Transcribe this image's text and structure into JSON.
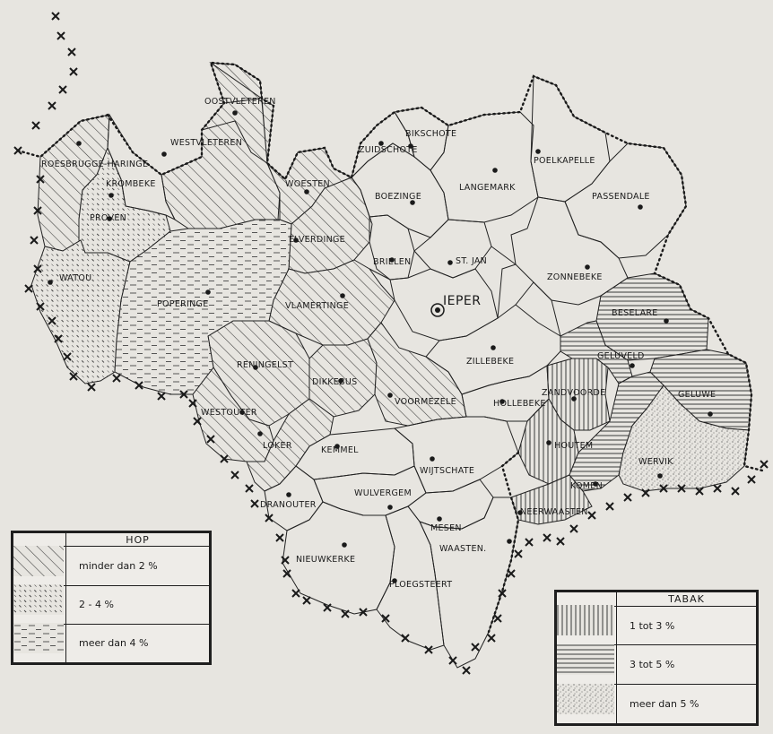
{
  "center_label": "IEPER",
  "places": [
    {
      "id": "oostvleteren",
      "name": "OOSTVLETEREN"
    },
    {
      "id": "westvleteren",
      "name": "WESTVLETEREN"
    },
    {
      "id": "roesbrugge",
      "name": "ROESBRUGGE-HARINGE"
    },
    {
      "id": "krombeke",
      "name": "KROMBEKE"
    },
    {
      "id": "proven",
      "name": "PROVEN"
    },
    {
      "id": "watou",
      "name": "WATOU"
    },
    {
      "id": "poperinge",
      "name": "POPERINGE"
    },
    {
      "id": "woesten",
      "name": "WOESTEN"
    },
    {
      "id": "elverdinge",
      "name": "ELVERDINGE"
    },
    {
      "id": "vlamertinge",
      "name": "VLAMERTINGE"
    },
    {
      "id": "reninghelst",
      "name": "RENINGELST"
    },
    {
      "id": "dikkebus",
      "name": "DIKKEBUS"
    },
    {
      "id": "westouter",
      "name": "WESTOUTER"
    },
    {
      "id": "loker",
      "name": "LOKER"
    },
    {
      "id": "dranouter",
      "name": "DRANOUTER"
    },
    {
      "id": "kemmel",
      "name": "KEMMEL"
    },
    {
      "id": "wulvergem",
      "name": "WULVERGEM"
    },
    {
      "id": "wijtschate",
      "name": "WIJTSCHATE"
    },
    {
      "id": "nieuwkerke",
      "name": "NIEUWKERKE"
    },
    {
      "id": "mesen",
      "name": "MESEN"
    },
    {
      "id": "waasten",
      "name": "WAASTEN."
    },
    {
      "id": "ploegsteert",
      "name": "PLOEGSTEERT"
    },
    {
      "id": "voormezele",
      "name": "VOORMEZELE"
    },
    {
      "id": "zillebeke",
      "name": "ZILLEBEKE"
    },
    {
      "id": "hollebeke",
      "name": "HOLLEBEKE"
    },
    {
      "id": "zandvoorde",
      "name": "ZANDVOORDE"
    },
    {
      "id": "houtem",
      "name": "HOUTEM"
    },
    {
      "id": "komen",
      "name": "KOMEN"
    },
    {
      "id": "neerwaasten",
      "name": "NEERWAASTEN"
    },
    {
      "id": "wervik",
      "name": "WERVIK"
    },
    {
      "id": "geluwe",
      "name": "GELUWE"
    },
    {
      "id": "geluveld",
      "name": "GELUVELD"
    },
    {
      "id": "beselare",
      "name": "BESELARE"
    },
    {
      "id": "zonnebeke",
      "name": "ZONNEBEKE"
    },
    {
      "id": "passendale",
      "name": "PASSENDALE"
    },
    {
      "id": "poelkapelle",
      "name": "POELKAPELLE"
    },
    {
      "id": "langemark",
      "name": "LANGEMARK"
    },
    {
      "id": "bikschote",
      "name": "BIKSCHOTE"
    },
    {
      "id": "zuidschote",
      "name": "ZUIDSCHOTE"
    },
    {
      "id": "boezinge",
      "name": "BOEZINGE"
    },
    {
      "id": "brielen",
      "name": "BRIELEN"
    },
    {
      "id": "st-jan",
      "name": "ST. JAN"
    }
  ],
  "legend_hop": {
    "title": "HOP",
    "items": [
      {
        "label": "minder dan 2 %",
        "pattern": "hop-low"
      },
      {
        "label": "2 - 4 %",
        "pattern": "hop-mid"
      },
      {
        "label": "meer dan 4 %",
        "pattern": "hop-high"
      }
    ]
  },
  "legend_tabak": {
    "title": "TABAK",
    "items": [
      {
        "label": "1 tot 3 %",
        "pattern": "tab-low"
      },
      {
        "label": "3 tot 5 %",
        "pattern": "tab-mid"
      },
      {
        "label": "meer dan 5 %",
        "pattern": "tab-high"
      }
    ]
  }
}
